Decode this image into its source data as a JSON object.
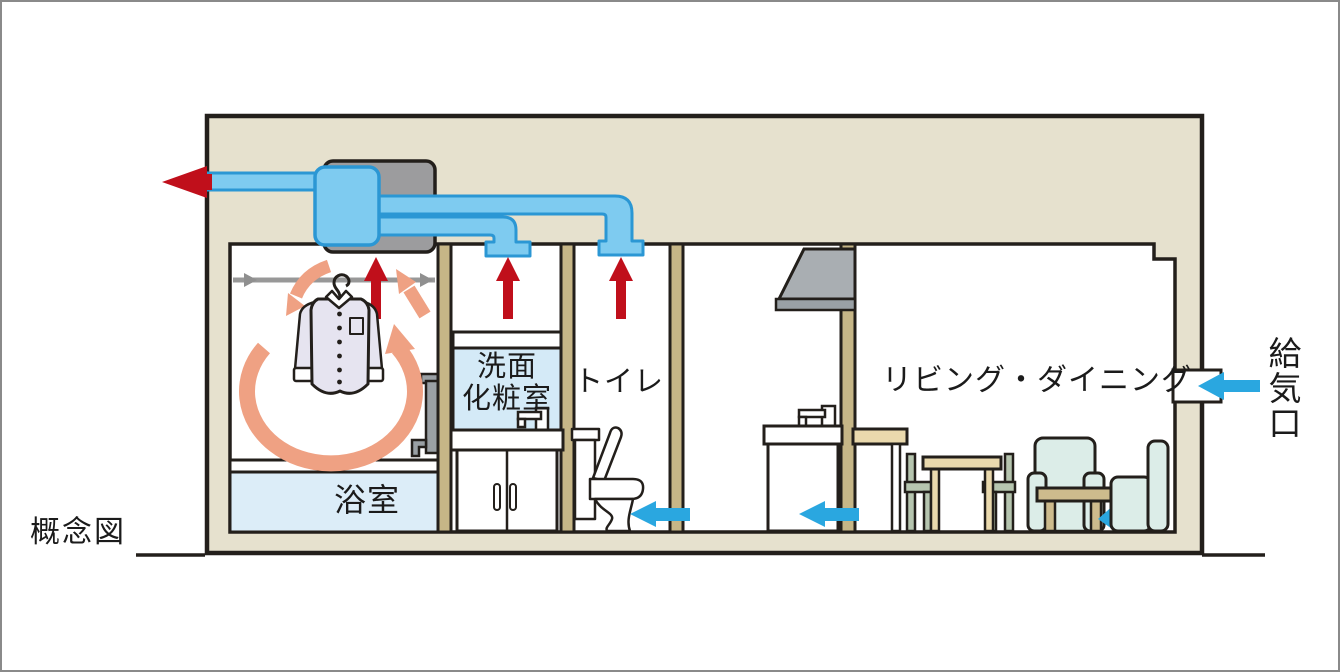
{
  "caption": "概念図",
  "rooms": {
    "bathroom": {
      "label": "浴室"
    },
    "washroom": {
      "label_line1": "洗面",
      "label_line2": "化粧室"
    },
    "toilet": {
      "label": "トイレ"
    },
    "living_dining": {
      "label": "リビング・ダイニング"
    }
  },
  "air_supply_port": {
    "label": "給気口"
  },
  "airflow": {
    "exhaust_to_outside": {
      "direction": "left",
      "color": "#c00f1b"
    },
    "bathroom_ceiling_exhaust": {
      "direction": "up",
      "color": "#c00f1b"
    },
    "washroom_ceiling_exhaust": {
      "direction": "up",
      "color": "#c00f1b"
    },
    "toilet_ceiling_exhaust": {
      "direction": "up",
      "color": "#c00f1b"
    },
    "bathroom_circulation": {
      "direction": "circular",
      "color": "#efa183"
    },
    "toilet_door_undercut": {
      "direction": "left",
      "color": "#2aa7e0"
    },
    "kitchen_wall_transfer": {
      "direction": "left",
      "color": "#2aa7e0"
    },
    "outdoor_air_supply": {
      "direction": "left",
      "color": "#2aa7e0"
    }
  },
  "icons": {
    "exhaust-arrow-icon": "◀",
    "ceiling-exhaust-arrow-icon": "▲",
    "floor-transfer-arrow-icon": "◀",
    "supply-arrow-icon": "◀",
    "circulation-arrow-icon": "↺"
  },
  "colors": {
    "outline": "#231f1b",
    "wall_beige": "#e6e1ce",
    "stud_tan": "#c6b687",
    "duct_fill": "#7ecbf0",
    "duct_outline": "#2b97d4",
    "exhaust_red": "#c00f1b",
    "circulation_orange": "#efa183",
    "supply_blue": "#2aa7e0",
    "fan_gray": "#9c9c9e",
    "range_hood_gray": "#a9aeb2",
    "bathtub_blue": "#dcedf8",
    "mirror_blue": "#d4eaf7",
    "sofa_green": "#dcede8",
    "table_tan": "#ead9ad",
    "chair_sage": "#b6c5af",
    "shirt_lavender": "#e6e4f0"
  }
}
